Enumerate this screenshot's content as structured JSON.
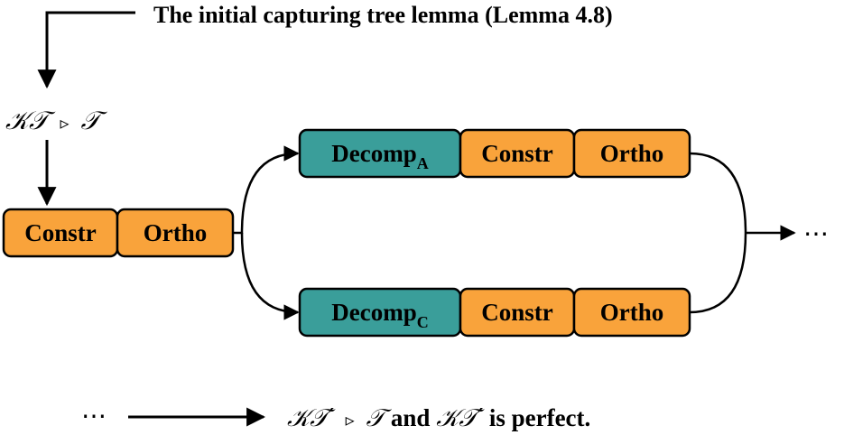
{
  "lemma_label": "The initial capturing tree lemma (Lemma 4.8)",
  "relation_top": {
    "left": "𝒦𝒯",
    "op": "▹",
    "right": "𝒯"
  },
  "row_start": {
    "constr": "Constr",
    "ortho": "Ortho"
  },
  "row_a": {
    "decomp": "Decomp",
    "decomp_sub": "A",
    "constr": "Constr",
    "ortho": "Ortho"
  },
  "row_c": {
    "decomp": "Decomp",
    "decomp_sub": "C",
    "constr": "Constr",
    "ortho": "Ortho"
  },
  "continuation": "⋯",
  "bottom": {
    "lead": "⋯",
    "left": "𝒦𝒯′",
    "op": "▹",
    "right": "𝒯",
    "and": " and ",
    "left2": "𝒦𝒯′",
    "tail": " is perfect."
  },
  "colors": {
    "orange": "#F9A33B",
    "teal": "#3A9E9A",
    "stroke": "#000000"
  }
}
